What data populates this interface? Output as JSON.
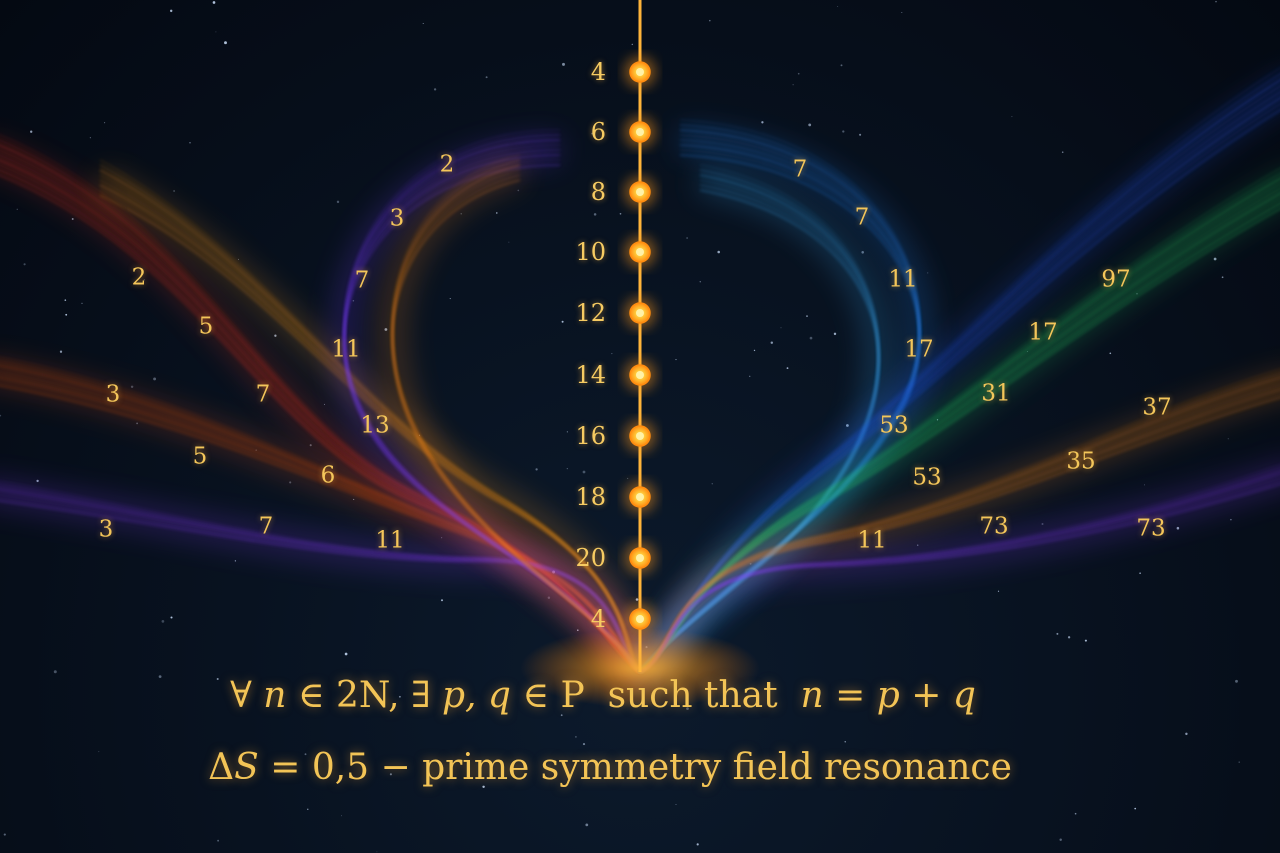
{
  "axis_labels": [
    "4",
    "6",
    "8",
    "10",
    "12",
    "14",
    "16",
    "18",
    "20",
    "4"
  ],
  "left_labels": [
    "2",
    "3",
    "2",
    "7",
    "5",
    "11",
    "3",
    "7",
    "13",
    "5",
    "6",
    "3",
    "7",
    "11"
  ],
  "right_labels": [
    "7",
    "7",
    "11",
    "97",
    "17",
    "17",
    "31",
    "37",
    "53",
    "35",
    "53",
    "11",
    "73",
    "73"
  ],
  "formula_1": {
    "forall": "∀",
    "n": "n",
    "in_2N": " ∈ 2N, ∃ ",
    "pq": "p, q",
    "in_P": " ∈ P  such that  ",
    "n2": "n",
    "eq": " = ",
    "p": "p",
    "plus": " + ",
    "q": "q"
  },
  "formula_2": {
    "delta": "Δ",
    "S": "S",
    "rest": " = 0,5 − prime symmetry field resonance"
  },
  "colors": {
    "background": "#050b16",
    "accent_gold": "#f4c65a",
    "axis_glow": "#ff9a1a"
  }
}
